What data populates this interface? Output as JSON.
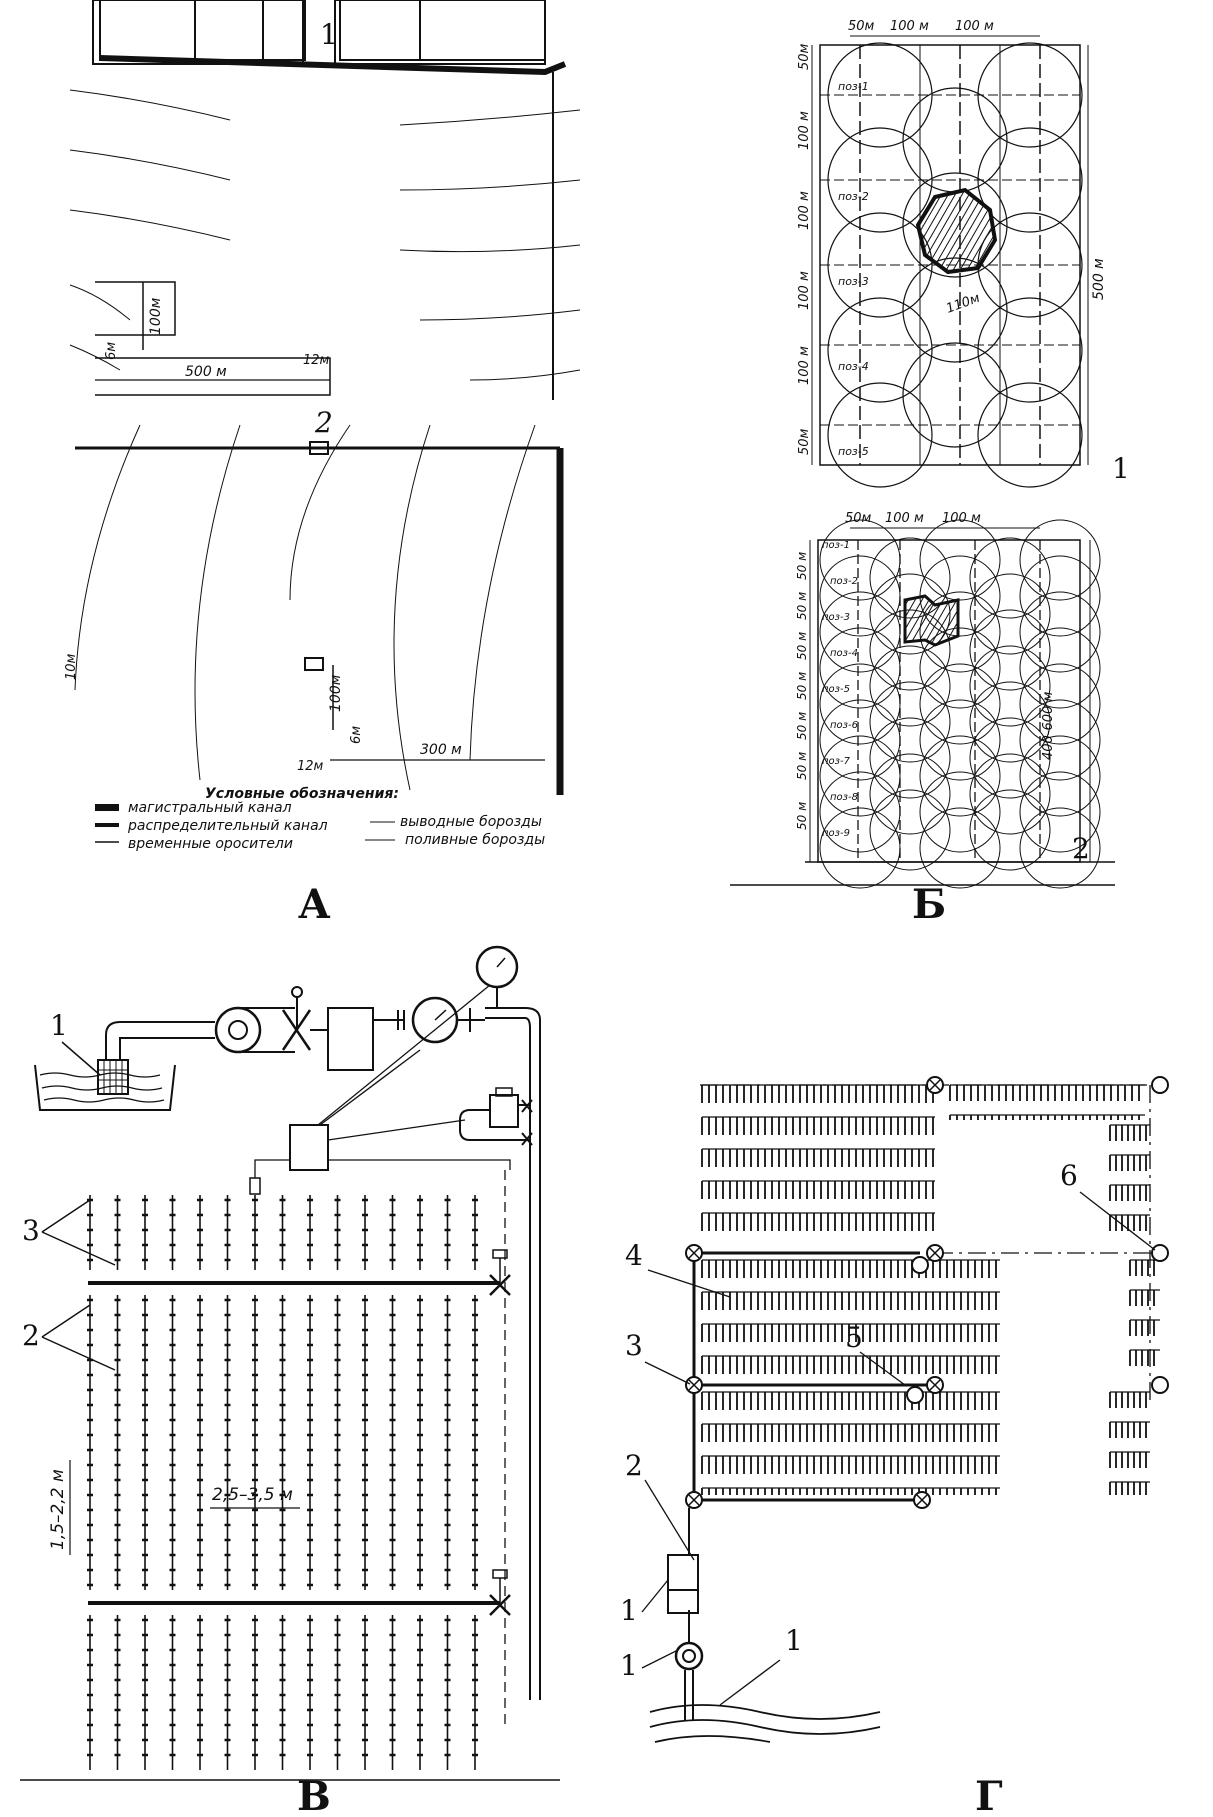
{
  "panels": {
    "a": {
      "letter": "А",
      "top_callout": "1",
      "mid_callout": "2",
      "dims_top": {
        "height": "100м",
        "spacing": "6м",
        "length": "500 м",
        "gap": "12м"
      },
      "dims_bottom": {
        "row": "10м",
        "height": "100м",
        "spacing": "6м",
        "length": "300 м",
        "gap": "12м"
      },
      "legend": {
        "title": "Условные обозначения:",
        "main_canal": "магистральный канал",
        "distribution_canal": "распределительный канал",
        "temporary_sprinklers": "временные оросители",
        "outlet_furrows": "выводные борозды",
        "irrigation_furrows": "поливные борозды"
      }
    },
    "b": {
      "letter": "Б",
      "scheme1": {
        "number": "1",
        "top_dims": [
          "50м",
          "100 м",
          "100 м"
        ],
        "left_dims": [
          "50м",
          "100 м",
          "100 м",
          "100 м",
          "100 м",
          "50м"
        ],
        "right_dim": "500 м",
        "radius": "110м",
        "positions": [
          "поз-1",
          "поз-2",
          "поз-3",
          "поз-4",
          "поз-5"
        ]
      },
      "scheme2": {
        "number": "2",
        "top_dims": [
          "50м",
          "100 м",
          "100 м"
        ],
        "left_dims": [
          "50 м",
          "50 м",
          "50 м",
          "50 м",
          "50 м",
          "50 м",
          "50 м"
        ],
        "right_dim": "400-600 м",
        "positions": [
          "поз-1",
          "поз-2",
          "поз-3",
          "поз-4",
          "поз-5",
          "поз-6",
          "поз-7",
          "поз-8",
          "поз-9"
        ]
      }
    },
    "v": {
      "letter": "В",
      "label_1": "1",
      "label_3": "3",
      "label_2": "2",
      "dim_vertical": "1,5–2,2 м",
      "dim_horizontal": "2,5–3,5 м"
    },
    "g": {
      "letter": "Г",
      "labels": [
        "1",
        "1",
        "1",
        "2",
        "3",
        "4",
        "5",
        "6"
      ]
    }
  }
}
